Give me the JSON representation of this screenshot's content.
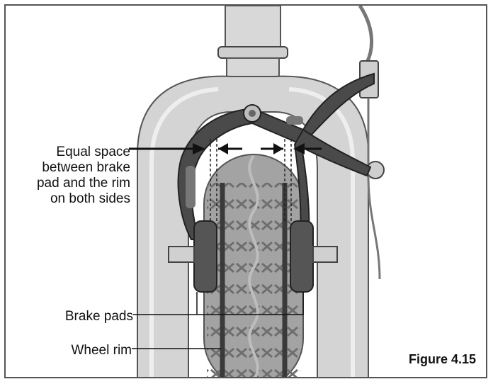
{
  "labels": {
    "equal_space": "Equal space between brake pad and the rim on both sides",
    "brake_pads": "Brake pads",
    "wheel_rim": "Wheel rim"
  },
  "caption": "Figure 4.15",
  "colors": {
    "fork": "#d4d4d4",
    "fork_edge": "#555555",
    "caliper": "#4a4a4a",
    "tire": "#9a9a9a",
    "rim_stripe": "#3a3a3a"
  }
}
